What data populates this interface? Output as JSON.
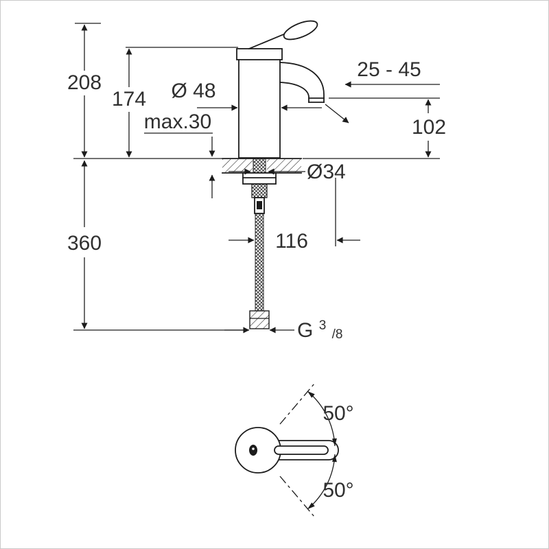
{
  "page": {
    "background": "#ffffff",
    "border_color": "#c9c9c9"
  },
  "drawing": {
    "kind": "faucet-technical-dimension-drawing",
    "line_color": "#1c1c1c",
    "text_color": "#303030",
    "labels": {
      "height_overall": "208",
      "height_to_body_top": "174",
      "body_diameter": "Ø 48",
      "max_deck_thickness": "max.30",
      "spout_adjust_range": "25 - 45",
      "spout_outlet_height": "102",
      "mounting_hole_diameter": "Ø34",
      "hose_length": "360",
      "projection": "116",
      "thread": {
        "prefix": "G",
        "sup": "3",
        "sub": "/8"
      },
      "swivel_angle_top": "50°",
      "swivel_angle_bottom": "50°"
    }
  }
}
